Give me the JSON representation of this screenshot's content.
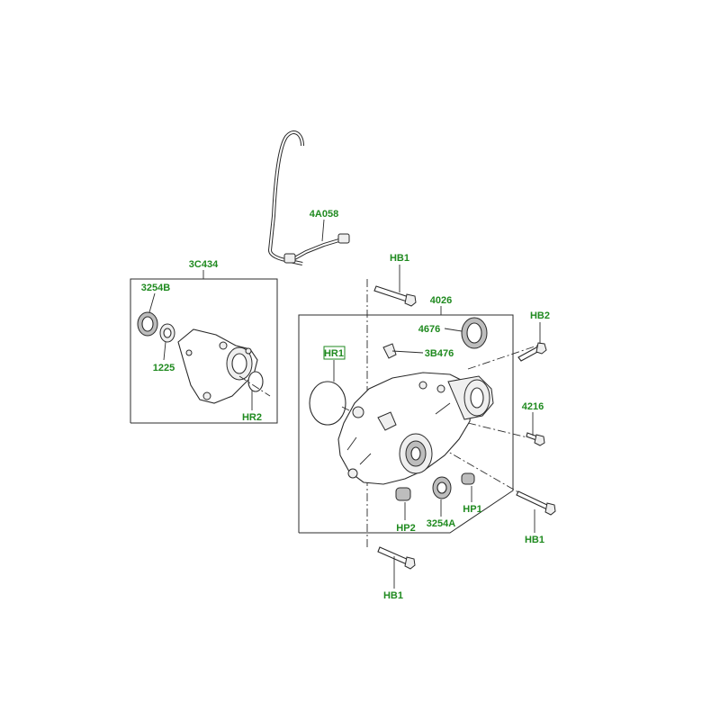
{
  "diagram": {
    "label_color": "#1f8a1f",
    "labels": [
      {
        "id": "label-4a058",
        "text": "4A058"
      },
      {
        "id": "label-3c434",
        "text": "3C434"
      },
      {
        "id": "label-3254b",
        "text": "3254B"
      },
      {
        "id": "label-1225",
        "text": "1225"
      },
      {
        "id": "label-hr2",
        "text": "HR2"
      },
      {
        "id": "label-hb1-top",
        "text": "HB1"
      },
      {
        "id": "label-4026",
        "text": "4026"
      },
      {
        "id": "label-hb2",
        "text": "HB2"
      },
      {
        "id": "label-4676",
        "text": "4676"
      },
      {
        "id": "label-hr1",
        "text": "HR1"
      },
      {
        "id": "label-3b476",
        "text": "3B476"
      },
      {
        "id": "label-4216",
        "text": "4216"
      },
      {
        "id": "label-hp1",
        "text": "HP1"
      },
      {
        "id": "label-hp2",
        "text": "HP2"
      },
      {
        "id": "label-3254a",
        "text": "3254A"
      },
      {
        "id": "label-hb1-right",
        "text": "HB1"
      },
      {
        "id": "label-hb1-bottom",
        "text": "HB1"
      }
    ]
  }
}
